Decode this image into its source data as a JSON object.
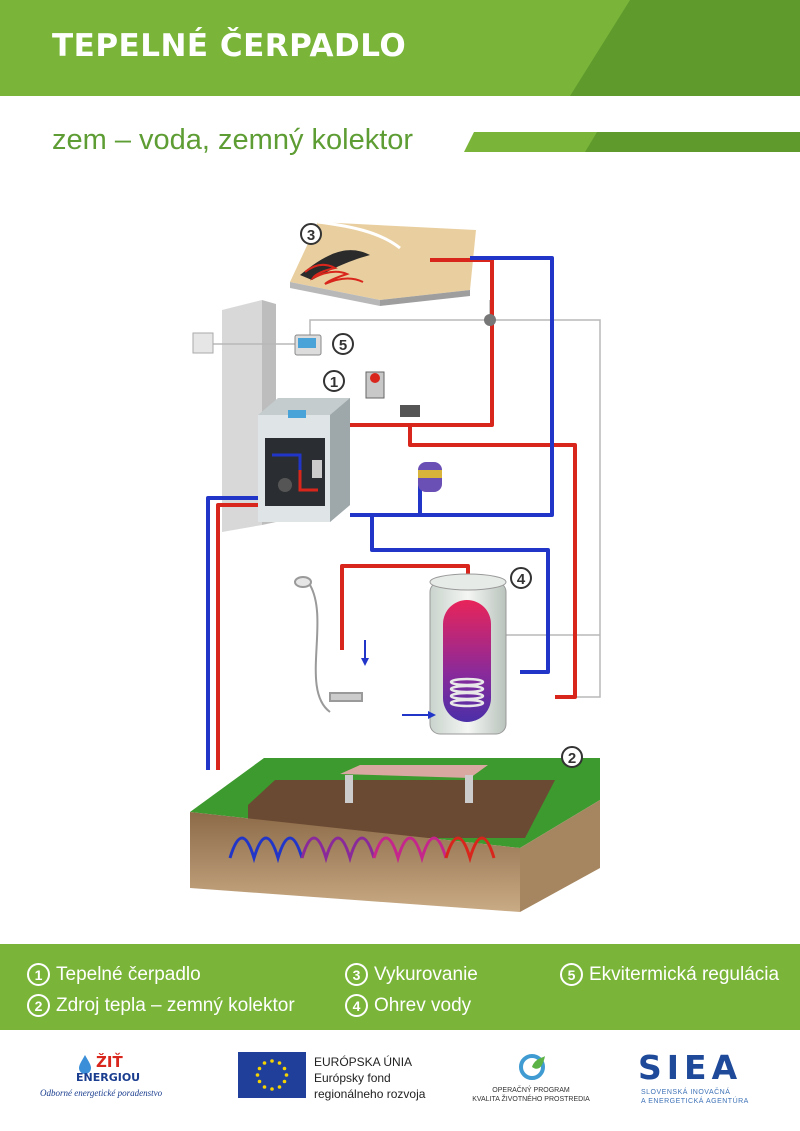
{
  "header": {
    "title": "TEPELNÉ ČERPADLO"
  },
  "subtitle": "zem – voda, zemný kolektor",
  "diagram": {
    "markers": [
      "1",
      "2",
      "3",
      "4",
      "5"
    ],
    "colors": {
      "hot": "#d9261c",
      "cold": "#2136c8",
      "control": "#b8b8b8",
      "ground": "#3c9a2e",
      "soil": "#7a5a3e"
    }
  },
  "legend": [
    {
      "num": "1",
      "label": "Tepelné čerpadlo"
    },
    {
      "num": "2",
      "label": "Zdroj tepla – zemný kolektor"
    },
    {
      "num": "3",
      "label": "Vykurovanie"
    },
    {
      "num": "4",
      "label": "Ohrev vody"
    },
    {
      "num": "5",
      "label": "Ekvitermická regulácia"
    }
  ],
  "footer": {
    "zit_logo": {
      "line1": "ŽIŤ",
      "line2": "ENERGIOU",
      "tagline": "Odborné energetické poradenstvo"
    },
    "eu": {
      "line1": "EURÓPSKA ÚNIA",
      "line2": "Európsky fond",
      "line3": "regionálneho rozvoja"
    },
    "op": {
      "line1": "OPERAČNÝ PROGRAM",
      "line2": "KVALITA ŽIVOTNÉHO PROSTREDIA"
    },
    "siea": {
      "name": "SIEA",
      "line1": "SLOVENSKÁ INOVAČNÁ",
      "line2": "A ENERGETICKÁ AGENTÚRA"
    }
  }
}
